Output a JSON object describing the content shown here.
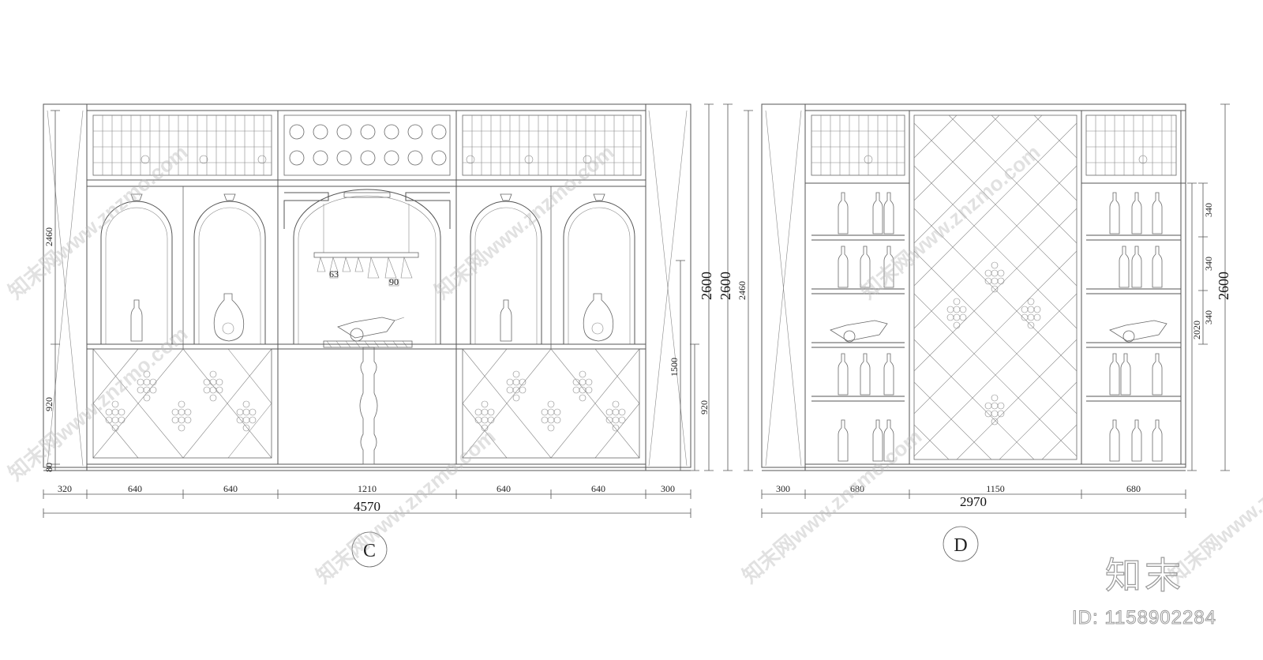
{
  "elevation_c": {
    "label": "C",
    "total_width": "4570",
    "segment_widths": [
      "320",
      "640",
      "640",
      "1210",
      "640",
      "640",
      "300"
    ],
    "left_heights": [
      "2460",
      "920",
      "80"
    ],
    "right_heights": [
      "1500",
      "920"
    ],
    "overall_heights": [
      "2600",
      "2600"
    ],
    "glass_tags": [
      "63",
      "90"
    ]
  },
  "elevation_d": {
    "label": "D",
    "total_width": "2970",
    "segment_widths": [
      "300",
      "680",
      "1150",
      "680"
    ],
    "left_heights": [
      "2460"
    ],
    "right_heights": [
      "340",
      "340",
      "340",
      "2020"
    ],
    "overall_height": "2600"
  },
  "watermark": {
    "repeat_text": "知末网www.znzmo.com",
    "brand_text": "知末",
    "id_text": "ID: 1158902284"
  }
}
